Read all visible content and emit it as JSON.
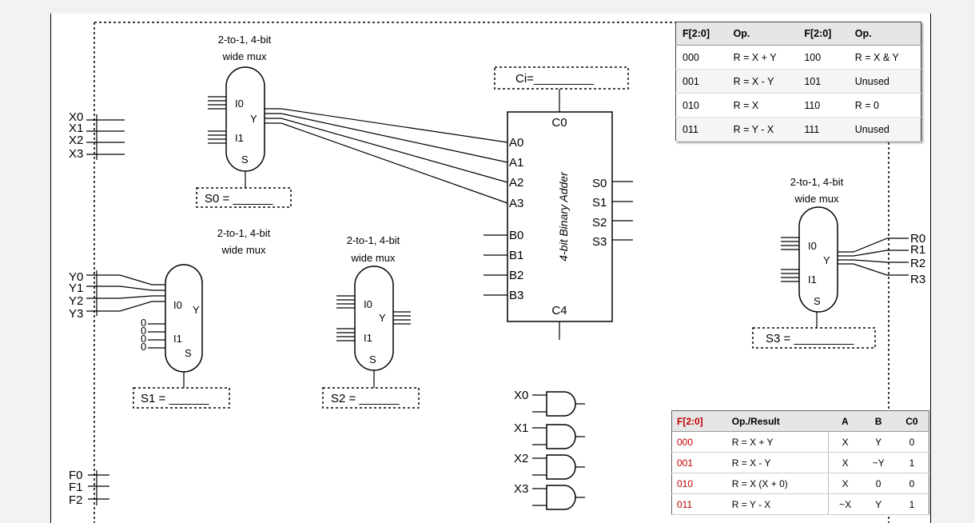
{
  "ops_table": {
    "headers": [
      "F[2:0]",
      "Op.",
      "F[2:0]",
      "Op."
    ],
    "rows": [
      [
        "000",
        "R = X + Y",
        "100",
        "R = X & Y"
      ],
      [
        "001",
        "R = X - Y",
        "101",
        "Unused"
      ],
      [
        "010",
        "R = X",
        "110",
        "R = 0"
      ],
      [
        "011",
        "R = Y - X",
        "111",
        "Unused"
      ]
    ]
  },
  "result_table": {
    "headers": [
      "F[2:0]",
      "Op./Result",
      "A",
      "B",
      "C0"
    ],
    "rows": [
      [
        "000",
        "R = X + Y",
        "X",
        "Y",
        "0"
      ],
      [
        "001",
        "R = X - Y",
        "X",
        "~Y",
        "1"
      ],
      [
        "010",
        "R = X (X + 0)",
        "X",
        "0",
        "0"
      ],
      [
        "011",
        "R = Y - X",
        "~X",
        "Y",
        "1"
      ]
    ]
  },
  "mux_title_line1": "2-to-1, 4-bit",
  "mux_title_line2": "wide mux",
  "mux_ports": {
    "i0": "I0",
    "i1": "I1",
    "y": "Y",
    "s": "S"
  },
  "select_boxes": {
    "s0": "S0 = ______",
    "s1": "S1 = ______",
    "s2": "S2 = ______",
    "s3": "S3 = _________",
    "ci": "Ci=_________"
  },
  "adder": {
    "title": "4-bit Binary Adder",
    "c0": "C0",
    "c4": "C4",
    "a_inputs": [
      "A0",
      "A1",
      "A2",
      "A3"
    ],
    "b_inputs": [
      "B0",
      "B1",
      "B2",
      "B3"
    ],
    "sum_outputs": [
      "S0",
      "S1",
      "S2",
      "S3"
    ]
  },
  "x_inputs": [
    "X0",
    "X1",
    "X2",
    "X3"
  ],
  "y_inputs": [
    "Y0",
    "Y1",
    "Y2",
    "Y3"
  ],
  "f_inputs": [
    "F0",
    "F1",
    "F2"
  ],
  "r_outputs": [
    "R0",
    "R1",
    "R2",
    "R3"
  ],
  "gate_inputs": [
    "X0",
    "X1",
    "X2",
    "X3"
  ],
  "zero_constants": [
    "0",
    "0",
    "0",
    "0"
  ]
}
